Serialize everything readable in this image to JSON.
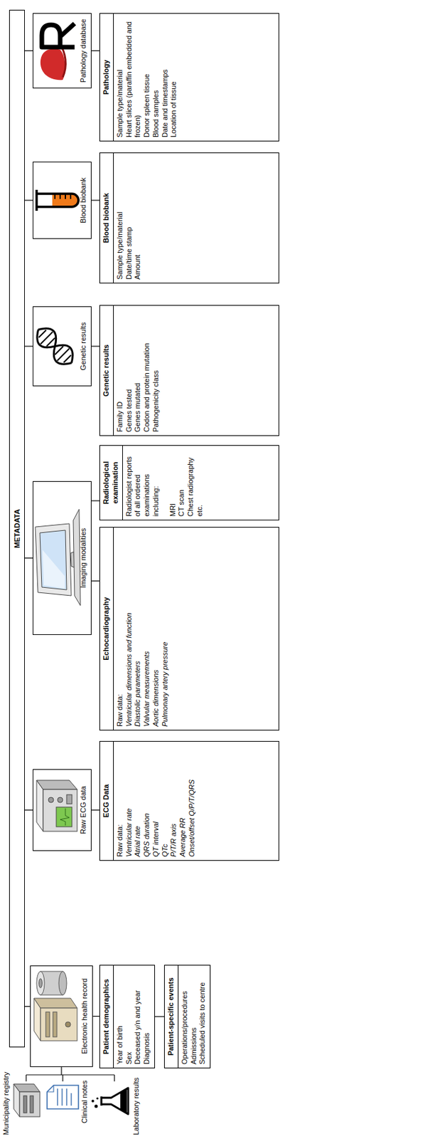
{
  "diagram": {
    "nodes": [
      {
        "text": [
          "METADATA"
        ]
      },
      {
        "text": [
          "Electronic health record"
        ]
      },
      {
        "text": [
          "Raw ECG data"
        ]
      },
      {
        "text": [
          "Imaging modalities"
        ]
      },
      {
        "text": [
          "Genetic results"
        ]
      },
      {
        "text": [
          "Blood biobank"
        ]
      },
      {
        "text": [
          "Pathology database"
        ]
      },
      {
        "text": [
          "Patient demographics",
          "Year of birth",
          "Sex",
          "Deceased y/n and year",
          "Diagnosis"
        ]
      },
      {
        "text": [
          "Patient-specific events",
          "Operations/procedures",
          "Admissions",
          "Scheduled visits to centre"
        ]
      },
      {
        "text": [
          "ECG Data",
          "Raw data:",
          "Ventricular rate",
          "Atrial rate",
          "QRS duration",
          "QT interval",
          "QTc",
          "P/T/R axis",
          "Average RR",
          "Onset/offset Q/P/T/QRS"
        ]
      },
      {
        "text": [
          "Echocardiography",
          "Raw data:",
          "Ventricular dimensions and function",
          "Diastolic parameters",
          "Valvular measurements",
          "Aortic dimensions",
          "Pulmonary artery pressure"
        ]
      },
      {
        "text": [
          "Radiological examination",
          "Radiologist reports of all ordered examinations including:",
          "MRI",
          "CT scan",
          "Chest radiography",
          "etc."
        ]
      },
      {
        "text": [
          "Genetic results",
          "Family ID",
          "Genes tested",
          "Genes mutated",
          "Codon and protein mutation",
          "Pathogenicity class"
        ]
      },
      {
        "text": [
          "Blood biobank",
          "Sample type/material",
          "Date/time stamp",
          "Amount"
        ]
      },
      {
        "text": [
          "Pathology",
          "Sample type/material",
          "Heart slices (paraffin embedded and frozen)",
          "Donor spleen tissue",
          "Blood samples",
          "Date and timestamps",
          "Location of tissue"
        ]
      }
    ],
    "edges": [
      {
        "from": 0,
        "to": 1,
        "arrow": "none"
      },
      {
        "from": 0,
        "to": 2,
        "arrow": "none"
      },
      {
        "from": 0,
        "to": 3,
        "arrow": "none"
      },
      {
        "from": 0,
        "to": 4,
        "arrow": "none"
      },
      {
        "from": 0,
        "to": 5,
        "arrow": "none"
      },
      {
        "from": 0,
        "to": 6,
        "arrow": "none"
      },
      {
        "from": 1,
        "to": 7,
        "arrow": "none"
      },
      {
        "from": 7,
        "to": 8,
        "arrow": "none"
      },
      {
        "from": 2,
        "to": 9,
        "arrow": "none"
      },
      {
        "from": 3,
        "to": 10,
        "arrow": "none"
      },
      {
        "from": 3,
        "to": 11,
        "arrow": "none"
      },
      {
        "from": 4,
        "to": 12,
        "arrow": "none"
      },
      {
        "from": 5,
        "to": 13,
        "arrow": "none"
      },
      {
        "from": 6,
        "to": 14,
        "arrow": "none"
      }
    ],
    "labels": [
      "Municipality registry",
      "Clinical notes",
      "Laboratory results"
    ]
  }
}
